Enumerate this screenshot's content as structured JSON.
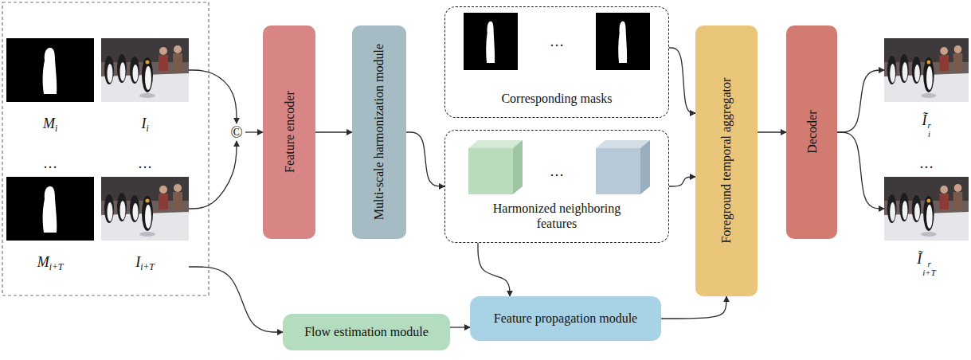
{
  "diagram": {
    "nodes": [
      {
        "text": [
          "Mi"
        ]
      },
      {
        "text": [
          "Ii"
        ]
      },
      {
        "text": [
          "Mi+T"
        ]
      },
      {
        "text": [
          "Ii+T"
        ]
      },
      {
        "text": [
          "©"
        ]
      },
      {
        "text": [
          "Feature encoder"
        ]
      },
      {
        "text": [
          "Multi-scale harmonization module"
        ]
      },
      {
        "text": [
          "Corresponding masks"
        ]
      },
      {
        "text": [
          "Harmonized neighboring features"
        ]
      },
      {
        "text": [
          "Foreground temporal aggregator"
        ]
      },
      {
        "text": [
          "Decoder"
        ]
      },
      {
        "text": [
          "Ĩri"
        ]
      },
      {
        "text": [
          "Ĩri+T"
        ]
      },
      {
        "text": [
          "Flow estimation module"
        ]
      },
      {
        "text": [
          "Feature propagation module"
        ]
      }
    ],
    "edges": [
      {
        "from": 1,
        "to": 4,
        "arrow": "to"
      },
      {
        "from": 3,
        "to": 4,
        "arrow": "to"
      },
      {
        "from": 4,
        "to": 5,
        "arrow": "to"
      },
      {
        "from": 5,
        "to": 6,
        "arrow": "to"
      },
      {
        "from": 6,
        "to": 8,
        "arrow": "to"
      },
      {
        "from": 7,
        "to": 9,
        "arrow": "to"
      },
      {
        "from": 8,
        "to": 9,
        "arrow": "to"
      },
      {
        "from": 8,
        "to": 14,
        "arrow": "to"
      },
      {
        "from": 3,
        "to": 13,
        "arrow": "to"
      },
      {
        "from": 13,
        "to": 14,
        "arrow": "to"
      },
      {
        "from": 14,
        "to": 9,
        "arrow": "to"
      },
      {
        "from": 9,
        "to": 10,
        "arrow": "to"
      },
      {
        "from": 10,
        "to": 11,
        "arrow": "to"
      },
      {
        "from": 10,
        "to": 12,
        "arrow": "to"
      }
    ],
    "labels": [
      "…",
      "…",
      "…",
      "…",
      "…"
    ]
  }
}
